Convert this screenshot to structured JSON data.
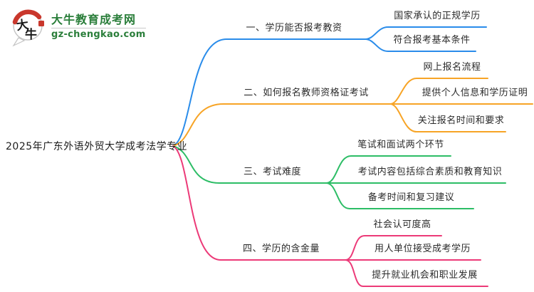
{
  "logo": {
    "title": "大牛教育成考网",
    "domain": "gz-chengkao.com",
    "badge_top": "大",
    "badge_bottom": "牛",
    "green": "#2a7e3a",
    "red": "#c9372c"
  },
  "mindmap": {
    "root": "2025年广东外语外贸大学成考法学专业",
    "text_color": "#2b2b2b",
    "branches": [
      {
        "label": "一、学历能否报考教资",
        "color": "#2a8cea",
        "children": [
          "国家承认的正规学历",
          "符合报考基本条件"
        ]
      },
      {
        "label": "二、如何报名教师资格证考试",
        "color": "#f7a426",
        "children": [
          "网上报名流程",
          "提供个人信息和学历证明",
          "关注报名时间和要求"
        ]
      },
      {
        "label": "三、考试难度",
        "color": "#2dbd66",
        "children": [
          "笔试和面试两个环节",
          "考试内容包括综合素质和教育知识",
          "备考时间和复习建议"
        ]
      },
      {
        "label": "四、学历的含金量",
        "color": "#ec3a78",
        "children": [
          "社会认可度高",
          "用人单位接受成考学历",
          "提升就业机会和职业发展"
        ]
      }
    ]
  }
}
